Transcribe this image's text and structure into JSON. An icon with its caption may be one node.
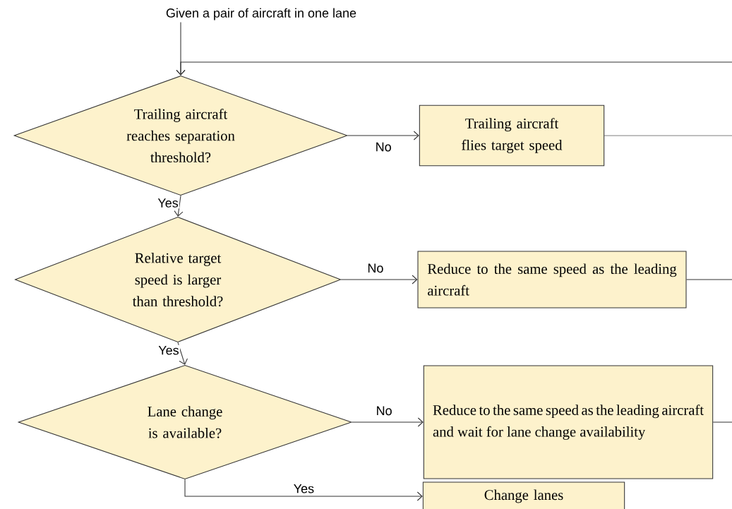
{
  "diagram": {
    "nodes": [
      {
        "text": [
          "Given a pair of aircraft in one lane"
        ]
      },
      {
        "text": [
          "Trailing aircraft reaches separation threshold?"
        ]
      },
      {
        "text": [
          "Trailing aircraft flies target speed"
        ]
      },
      {
        "text": [
          "Relative target speed is larger than threshold?"
        ]
      },
      {
        "text": [
          "Reduce to the same speed as the leading aircraft"
        ]
      },
      {
        "text": [
          "Lane change is available?"
        ]
      },
      {
        "text": [
          "Reduce to the same speed as the leading aircraft and wait for lane change availability"
        ]
      },
      {
        "text": [
          "Change lanes"
        ]
      }
    ],
    "edges": [
      {
        "from": 0,
        "to": 1,
        "arrow": "to"
      },
      {
        "from": null,
        "to": 1,
        "arrow": "to"
      },
      {
        "from": 1,
        "to": 2,
        "arrow": "to",
        "label": "No"
      },
      {
        "from": 1,
        "to": 3,
        "arrow": "to",
        "label": "Yes"
      },
      {
        "from": 3,
        "to": 4,
        "arrow": "to",
        "label": "No"
      },
      {
        "from": 3,
        "to": 5,
        "arrow": "to",
        "label": "Yes"
      },
      {
        "from": 5,
        "to": 6,
        "arrow": "to",
        "label": "No"
      },
      {
        "from": 5,
        "to": 7,
        "arrow": "to",
        "label": "Yes"
      },
      {
        "from": 2,
        "to": null,
        "arrow": "none"
      },
      {
        "from": 4,
        "to": null,
        "arrow": "none"
      },
      {
        "from": 6,
        "to": null,
        "arrow": "none"
      }
    ]
  }
}
